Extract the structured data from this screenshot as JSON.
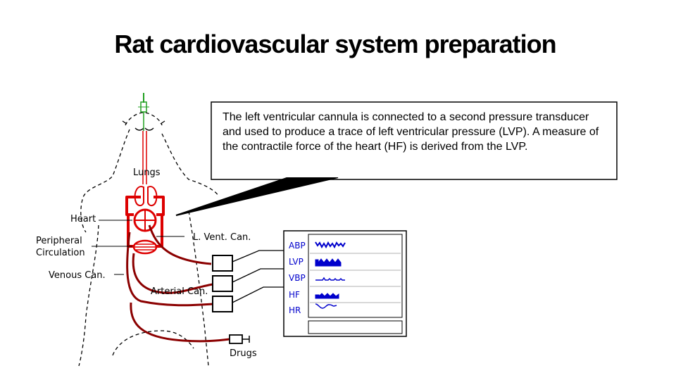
{
  "title": "Rat cardiovascular system preparation",
  "callout": "The left ventricular cannula is connected to a second pressure transducer and used to produce a trace of left ventricular pressure (LVP). A measure of the contractile force of the heart (HF) is derived from the LVP.",
  "labels": {
    "lungs": "Lungs",
    "heart": "Heart",
    "peripheral_1": "Peripheral",
    "peripheral_2": "Circulation",
    "venous": "Venous Can.",
    "arterial": "Arterial Can.",
    "lvent": "L. Vent. Can.",
    "drugs": "Drugs"
  },
  "monitor": {
    "channels": [
      "ABP",
      "LVP",
      "VBP",
      "HF",
      "HR"
    ]
  },
  "colors": {
    "tubing": "#dd0000",
    "cannula": "#8b0000",
    "monitor_text": "#0000cc"
  }
}
